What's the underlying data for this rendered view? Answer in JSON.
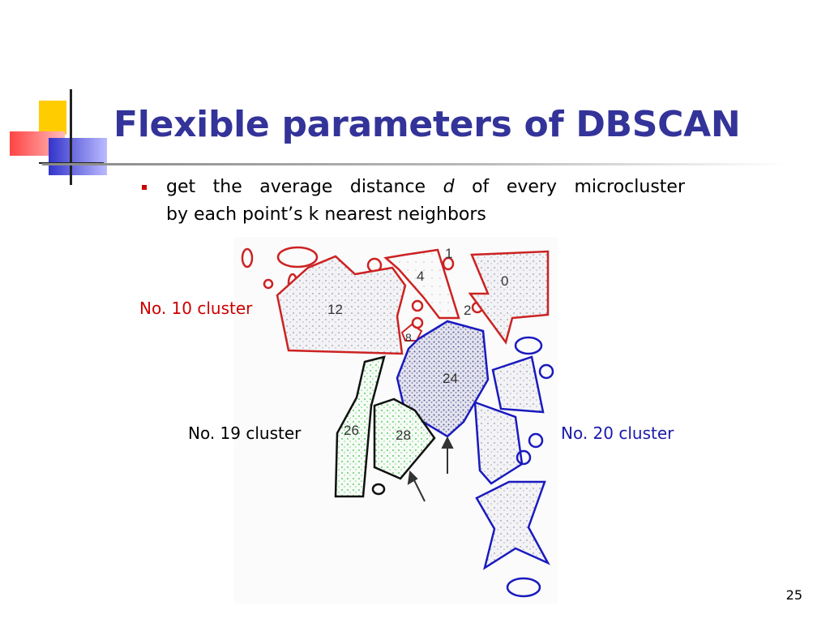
{
  "slide": {
    "title": "Flexible parameters of DBSCAN",
    "bullet": {
      "line1_before": "get the average distance ",
      "variable": "d",
      "line1_after": " of every microcluster",
      "line2": "by each point’s k nearest neighbors"
    },
    "page_number": "25"
  },
  "diagram": {
    "cluster_labels": {
      "no10": "No. 10 cluster",
      "no19": "No. 19 cluster",
      "no20": "No. 20 cluster"
    },
    "region_numbers": {
      "r0": "0",
      "r1": "1",
      "r2": "2",
      "r4": "4",
      "r8": "8",
      "r12": "12",
      "r24": "24",
      "r26": "26",
      "r28": "28"
    },
    "colors": {
      "red_cluster": "#cc2222",
      "blue_cluster": "#1a1abf",
      "black_cluster": "#111111",
      "title": "#333399",
      "label_red": "#cc0000",
      "label_blue": "#1a1aaa"
    }
  }
}
